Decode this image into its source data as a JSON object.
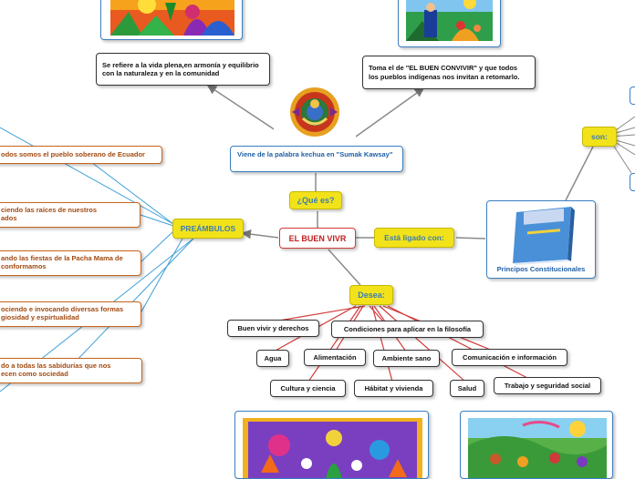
{
  "center": {
    "label": "EL BUEN VIVR"
  },
  "que_es": {
    "label": "¿Qué es?"
  },
  "origen": {
    "label": "Viene de la palabra kechua en \"Sumak Kawsay\""
  },
  "se_refiere": {
    "label": "Se refiere a la vida plena,en armonía y equilibrio con la naturaleza y en la comunidad"
  },
  "toma": {
    "label": "Toma el de \"EL BUEN CONVIVIR\" y que todos los pueblos indígenas nos invitan a retomarlo."
  },
  "preambulos": {
    "label": "PREÁMBULOS",
    "items": [
      "odos somos el pueblo soberano de Ecuador",
      "ciendo las raíces de nuestros\nados",
      "ando las fiestas de la Pacha Mama de\nconformamos",
      "ociendo e invocando diversas formas\ngiosidad y espirtualidad",
      "do a todas las sabidurías que nos\necen como sociedad"
    ]
  },
  "ligado": {
    "label": "Está ligado con:"
  },
  "principios": {
    "label": "Principos Constitucionales"
  },
  "son": {
    "label": "son:"
  },
  "desea": {
    "label": "Desea:",
    "items": [
      "Buen vivir y derechos",
      "Condiciones para aplicar en la filosofía",
      "Agua",
      "Alimentación",
      "Ambiente sano",
      "Comunicación e información",
      "Cultura y ciencia",
      "Hábitat y vivienda",
      "Salud",
      "Trabajo y seguridad social"
    ]
  },
  "colors": {
    "yellow": "#f2e21a",
    "orange": "#c8651b",
    "blue": "#3a7fc1",
    "red": "#d23b3b",
    "label_blue": "#3d7fb1"
  }
}
